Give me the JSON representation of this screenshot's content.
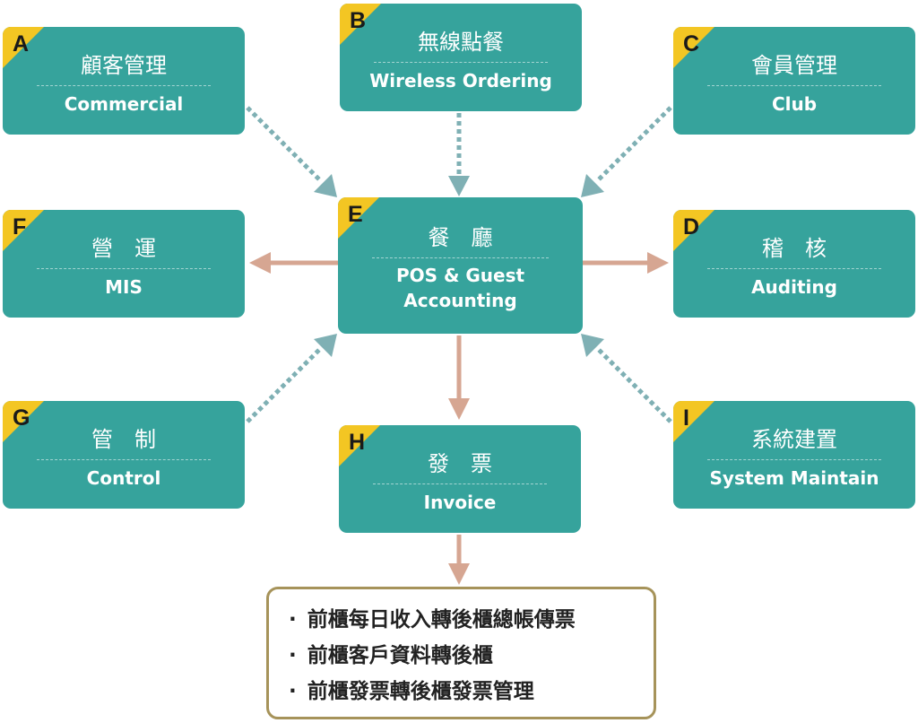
{
  "boxes": {
    "A": {
      "letter": "A",
      "zh": "顧客管理",
      "en": "Commercial"
    },
    "B": {
      "letter": "B",
      "zh": "無線點餐",
      "en": "Wireless Ordering"
    },
    "C": {
      "letter": "C",
      "zh": "會員管理",
      "en": "Club"
    },
    "D": {
      "letter": "D",
      "zh": "稽　核",
      "en": "Auditing"
    },
    "E": {
      "letter": "E",
      "zh": "餐　廳",
      "en1": "POS & Guest",
      "en2": "Accounting"
    },
    "F": {
      "letter": "F",
      "zh": "營　運",
      "en": "MIS"
    },
    "G": {
      "letter": "G",
      "zh": "管　制",
      "en": "Control"
    },
    "H": {
      "letter": "H",
      "zh": "發　票",
      "en": "Invoice"
    },
    "I": {
      "letter": "I",
      "zh": "系統建置",
      "en": "System Maintain"
    }
  },
  "notes": [
    "前櫃每日收入轉後櫃總帳傳票",
    "前櫃客戶資料轉後櫃",
    "前櫃發票轉後櫃發票管理"
  ],
  "colors": {
    "box": "#36a39c",
    "tag": "#f3c623",
    "dotted_arrow": "#7fb0b4",
    "solid_arrow": "#d6a692",
    "notes_border": "#a6935a"
  }
}
